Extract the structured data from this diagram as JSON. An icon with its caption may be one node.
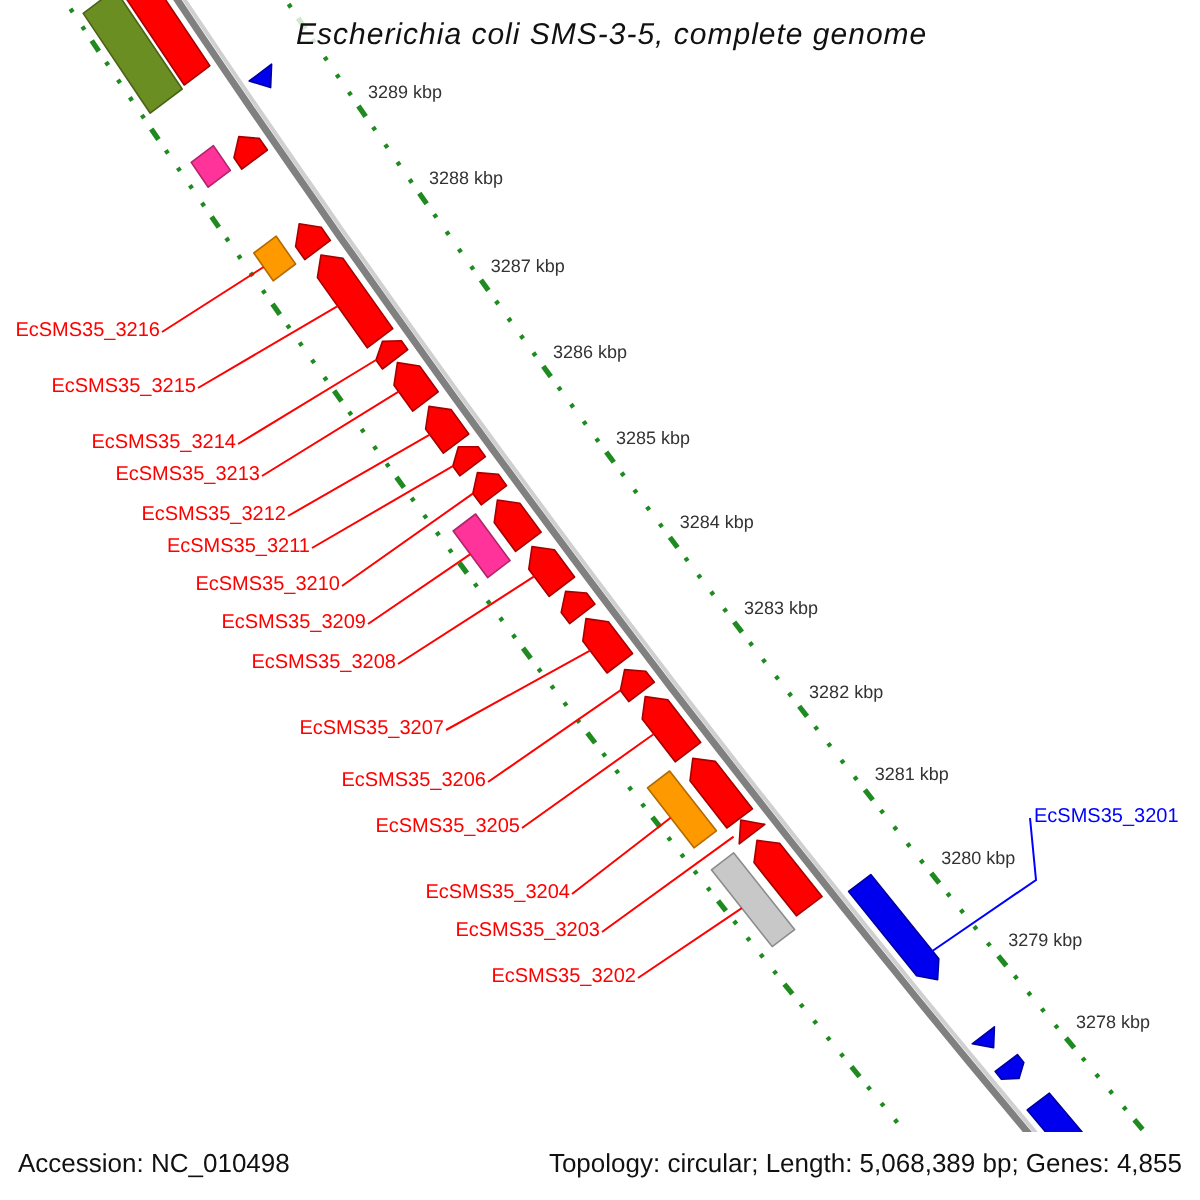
{
  "diagram": {
    "title": "Escherichia coli SMS-3-5, complete genome",
    "nodes": [
      {
        "text": [
          "EcSMS35_3216"
        ]
      },
      {
        "text": [
          "EcSMS35_3215"
        ]
      },
      {
        "text": [
          "EcSMS35_3214"
        ]
      },
      {
        "text": [
          "EcSMS35_3213"
        ]
      },
      {
        "text": [
          "EcSMS35_3212"
        ]
      },
      {
        "text": [
          "EcSMS35_3211"
        ]
      },
      {
        "text": [
          "EcSMS35_3210"
        ]
      },
      {
        "text": [
          "EcSMS35_3209"
        ]
      },
      {
        "text": [
          "EcSMS35_3208"
        ]
      },
      {
        "text": [
          "EcSMS35_3207"
        ]
      },
      {
        "text": [
          "EcSMS35_3206"
        ]
      },
      {
        "text": [
          "EcSMS35_3205"
        ]
      },
      {
        "text": [
          "EcSMS35_3204"
        ]
      },
      {
        "text": [
          "EcSMS35_3203"
        ]
      },
      {
        "text": [
          "EcSMS35_3202"
        ]
      },
      {
        "text": [
          "EcSMS35_3201"
        ]
      },
      {
        "text": [],
        "shape": "box"
      },
      {
        "text": [],
        "shape": "arrow"
      },
      {
        "text": [],
        "shape": "arrow"
      },
      {
        "text": [],
        "shape": "box"
      },
      {
        "text": [],
        "shape": "arrow"
      },
      {
        "text": [],
        "shape": "box"
      },
      {
        "text": [],
        "shape": "arrow"
      },
      {
        "text": [],
        "shape": "arrow"
      },
      {
        "text": [],
        "shape": "arrow"
      },
      {
        "text": [],
        "shape": "arrow"
      },
      {
        "text": [],
        "shape": "arrow"
      },
      {
        "text": [],
        "shape": "arrow"
      },
      {
        "text": [],
        "shape": "arrow"
      },
      {
        "text": [],
        "shape": "box"
      },
      {
        "text": [],
        "shape": "arrow"
      },
      {
        "text": [],
        "shape": "arrow"
      },
      {
        "text": [],
        "shape": "arrow"
      },
      {
        "text": [],
        "shape": "arrow"
      },
      {
        "text": [],
        "shape": "arrow"
      },
      {
        "text": [],
        "shape": "arrow"
      },
      {
        "text": [],
        "shape": "box"
      },
      {
        "text": [],
        "shape": "arrow"
      },
      {
        "text": [],
        "shape": "arrow"
      },
      {
        "text": [],
        "shape": "box"
      },
      {
        "text": [],
        "shape": "arrow"
      },
      {
        "text": [],
        "shape": "arrow"
      },
      {
        "text": [],
        "shape": "arrow"
      },
      {
        "text": [],
        "shape": "arrow"
      },
      {
        "text": [],
        "shape": "arrow"
      }
    ],
    "edges": [
      {
        "from": 0,
        "to": 21,
        "arrow": "none"
      },
      {
        "from": 1,
        "to": 23,
        "arrow": "none"
      },
      {
        "from": 2,
        "to": 24,
        "arrow": "none"
      },
      {
        "from": 3,
        "to": 25,
        "arrow": "none"
      },
      {
        "from": 4,
        "to": 26,
        "arrow": "none"
      },
      {
        "from": 5,
        "to": 27,
        "arrow": "none"
      },
      {
        "from": 6,
        "to": 28,
        "arrow": "none"
      },
      {
        "from": 7,
        "to": 29,
        "arrow": "none"
      },
      {
        "from": 8,
        "to": 31,
        "arrow": "none"
      },
      {
        "from": 9,
        "to": 33,
        "arrow": "none"
      },
      {
        "from": 10,
        "to": 34,
        "arrow": "none"
      },
      {
        "from": 11,
        "to": 35,
        "arrow": "none"
      },
      {
        "from": 12,
        "to": 36,
        "arrow": "none"
      },
      {
        "from": 13,
        "to": 38,
        "arrow": "none"
      },
      {
        "from": 14,
        "to": 39,
        "arrow": "none"
      },
      {
        "from": 15,
        "to": 41,
        "arrow": "none",
        "color": "#0000ff"
      }
    ],
    "labels": [
      "3289 kbp",
      "3288 kbp",
      "3287 kbp",
      "3286 kbp",
      "3285 kbp",
      "3284 kbp",
      "3283 kbp",
      "3282 kbp",
      "3281 kbp",
      "3280 kbp",
      "3279 kbp",
      "3278 kbp",
      "Accession: NC_010498",
      "Topology: circular; Length: 5,068,389 bp; Genes: 4,855"
    ]
  }
}
